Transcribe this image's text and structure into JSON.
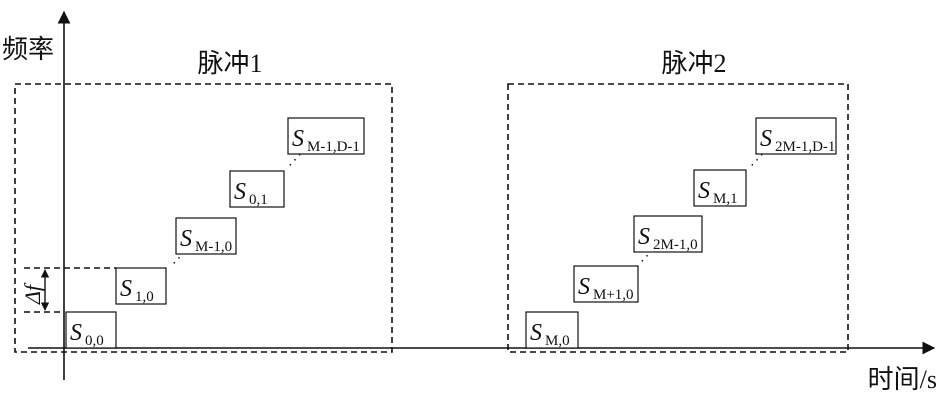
{
  "axes": {
    "y_label": "频率",
    "x_label": "时间/s",
    "delta_label": "Δf"
  },
  "pulses": [
    {
      "label": "脉冲1",
      "cells": [
        {
          "main": "S",
          "sub": "0,0"
        },
        {
          "main": "S",
          "sub": "1,0"
        },
        {
          "main": "S",
          "sub": "M-1,0"
        },
        {
          "main": "S",
          "sub": "0,1"
        },
        {
          "main": "S",
          "sub": "M-1,D-1"
        }
      ]
    },
    {
      "label": "脉冲2",
      "cells": [
        {
          "main": "S",
          "sub": "M,0"
        },
        {
          "main": "S",
          "sub": "M+1,0"
        },
        {
          "main": "S",
          "sub": "2M-1,0"
        },
        {
          "main": "S",
          "sub": "M,1"
        },
        {
          "main": "S",
          "sub": "2M-1,D-1"
        }
      ]
    }
  ]
}
